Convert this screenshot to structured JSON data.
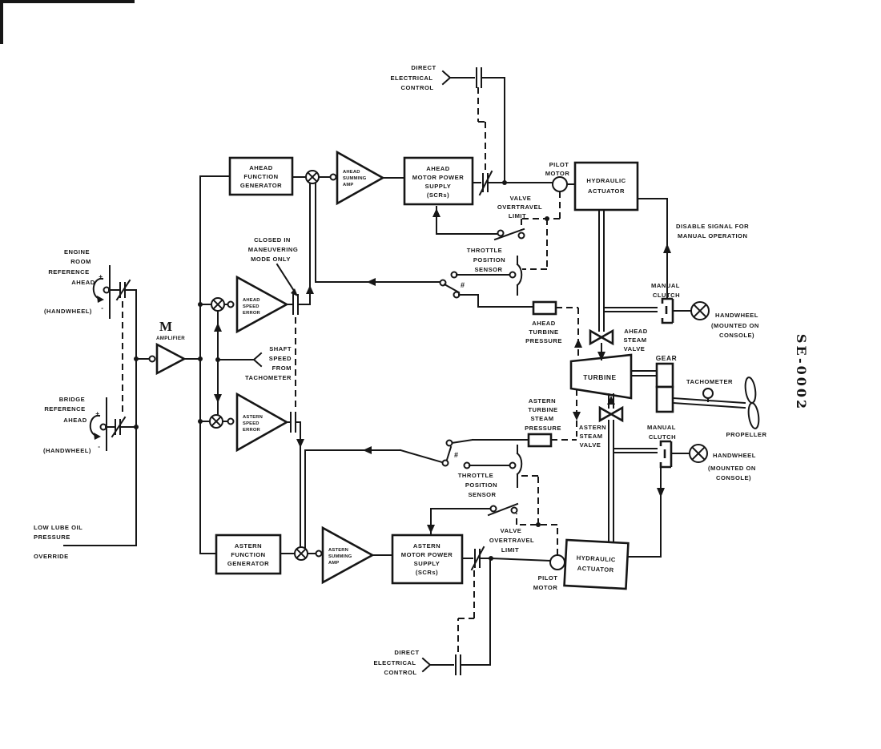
{
  "figure_id": "SE-0002",
  "colors": {
    "ink": "#161616",
    "background": "#ffffff"
  },
  "boxes": {
    "ahead_function_generator": [
      "AHEAD",
      "FUNCTION",
      "GENERATOR"
    ],
    "ahead_motor_power_supply": [
      "AHEAD",
      "MOTOR POWER",
      "SUPPLY",
      "(SCRs)"
    ],
    "hydraulic_actuator_top": [
      "HYDRAULIC",
      "ACTUATOR"
    ],
    "astern_function_generator": [
      "ASTERN",
      "FUNCTION",
      "GENERATOR"
    ],
    "astern_motor_power_supply": [
      "ASTERN",
      "MOTOR POWER",
      "SUPPLY",
      "(SCRs)"
    ],
    "hydraulic_actuator_bottom": [
      "HYDRAULIC",
      "ACTUATOR"
    ],
    "turbine": "TURBINE",
    "gear": "GEAR"
  },
  "amplifiers": {
    "m_amplifier_symbol": "M",
    "m_amplifier_label": "AMPLIFIER",
    "ahead_summing_amp": [
      "AHEAD",
      "SUMMING",
      "AMP"
    ],
    "astern_summing_amp": [
      "ASTERN",
      "SUMMING",
      "AMP"
    ],
    "ahead_speed_error": [
      "AHEAD",
      "SPEED",
      "ERROR"
    ],
    "astern_speed_error": [
      "ASTERN",
      "SPEED",
      "ERROR"
    ]
  },
  "inputs": {
    "engine_room_reference": [
      "ENGINE",
      "ROOM",
      "REFERENCE",
      "AHEAD"
    ],
    "engine_room_handwheel": "(HANDWHEEL)",
    "bridge_reference": [
      "BRIDGE",
      "REFERENCE",
      "AHEAD"
    ],
    "bridge_handwheel": "(HANDWHEEL)",
    "low_lube_override": [
      "LOW LUBE OIL",
      "PRESSURE",
      "OVERRIDE"
    ],
    "direct_electrical_control_top": [
      "DIRECT",
      "ELECTRICAL",
      "CONTROL"
    ],
    "direct_electrical_control_bottom": [
      "DIRECT",
      "ELECTRICAL",
      "CONTROL"
    ],
    "plus": "+",
    "minus": "-"
  },
  "labels": {
    "pilot_motor_top": [
      "PILOT",
      "MOTOR"
    ],
    "pilot_motor_bottom": [
      "PILOT",
      "MOTOR"
    ],
    "valve_overtravel_top": [
      "VALVE",
      "OVERTRAVEL",
      "LIMIT"
    ],
    "valve_overtravel_bottom": [
      "VALVE",
      "OVERTRAVEL",
      "LIMIT"
    ],
    "throttle_sensor_top": [
      "THROTTLE",
      "POSITION",
      "SENSOR"
    ],
    "throttle_sensor_bottom": [
      "THROTTLE",
      "POSITION",
      "SENSOR"
    ],
    "closed_in_maneuvering": [
      "CLOSED IN",
      "MANEUVERING",
      "MODE ONLY"
    ],
    "shaft_speed": [
      "SHAFT",
      "SPEED",
      "FROM",
      "TACHOMETER"
    ],
    "ahead_turbine_pressure": [
      "AHEAD",
      "TURBINE",
      "PRESSURE"
    ],
    "astern_turbine_steam_pressure": [
      "ASTERN",
      "TURBINE",
      "STEAM",
      "PRESSURE"
    ],
    "ahead_steam_valve": [
      "AHEAD",
      "STEAM",
      "VALVE"
    ],
    "astern_steam_valve": [
      "ASTERN",
      "STEAM",
      "VALVE"
    ],
    "manual_clutch_top": [
      "MANUAL",
      "CLUTCH"
    ],
    "manual_clutch_bottom": [
      "MANUAL",
      "CLUTCH"
    ],
    "handwheel_top": [
      "HANDWHEEL",
      "(MOUNTED ON",
      "CONSOLE)"
    ],
    "handwheel_bottom": [
      "HANDWHEEL",
      "(MOUNTED ON",
      "CONSOLE)"
    ],
    "disable_signal": [
      "DISABLE SIGNAL FOR",
      "MANUAL OPERATION"
    ],
    "tachometer": "TACHOMETER",
    "propeller": "PROPELLER",
    "switch_mark_top": "#",
    "switch_mark_bottom": "#"
  }
}
